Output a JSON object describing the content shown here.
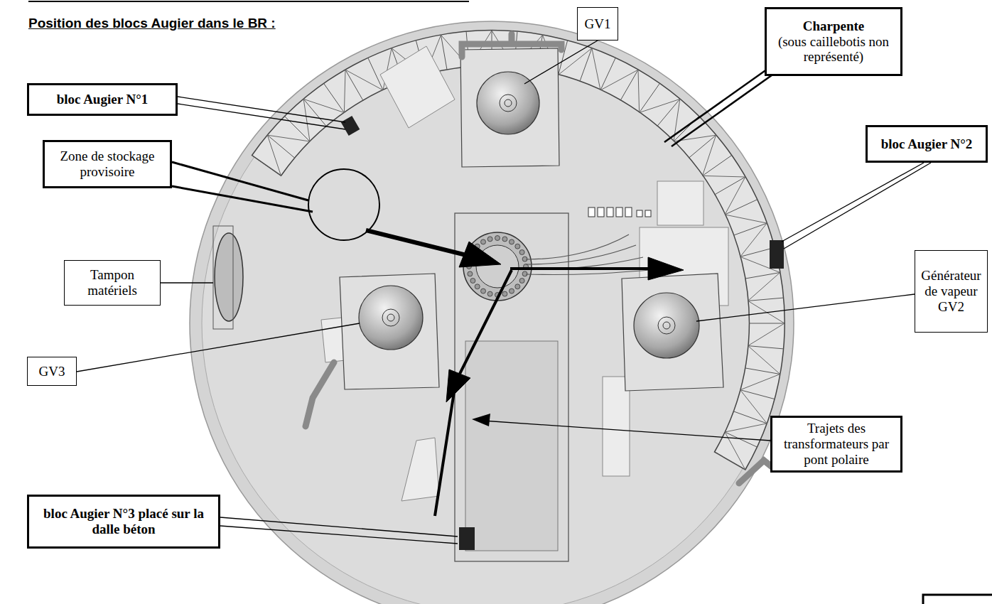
{
  "diagram": {
    "title": "Position des blocs Augier dans le BR :",
    "nodes": [
      {
        "text": [
          "bloc Augier N°1"
        ]
      },
      {
        "text": [
          "GV1"
        ]
      },
      {
        "text": [
          "Charpente",
          "(sous caillebotis non représenté)"
        ]
      },
      {
        "text": [
          "bloc Augier N°2"
        ]
      },
      {
        "text": [
          "Zone de stockage provisoire"
        ]
      },
      {
        "text": [
          "Tampon matériels"
        ]
      },
      {
        "text": [
          "Générateur de vapeur GV2"
        ]
      },
      {
        "text": [
          "GV3"
        ]
      },
      {
        "text": [
          "Trajets des transformateurs par pont polaire"
        ]
      },
      {
        "text": [
          "bloc Augier N°3 placé sur la dalle béton"
        ]
      }
    ]
  }
}
